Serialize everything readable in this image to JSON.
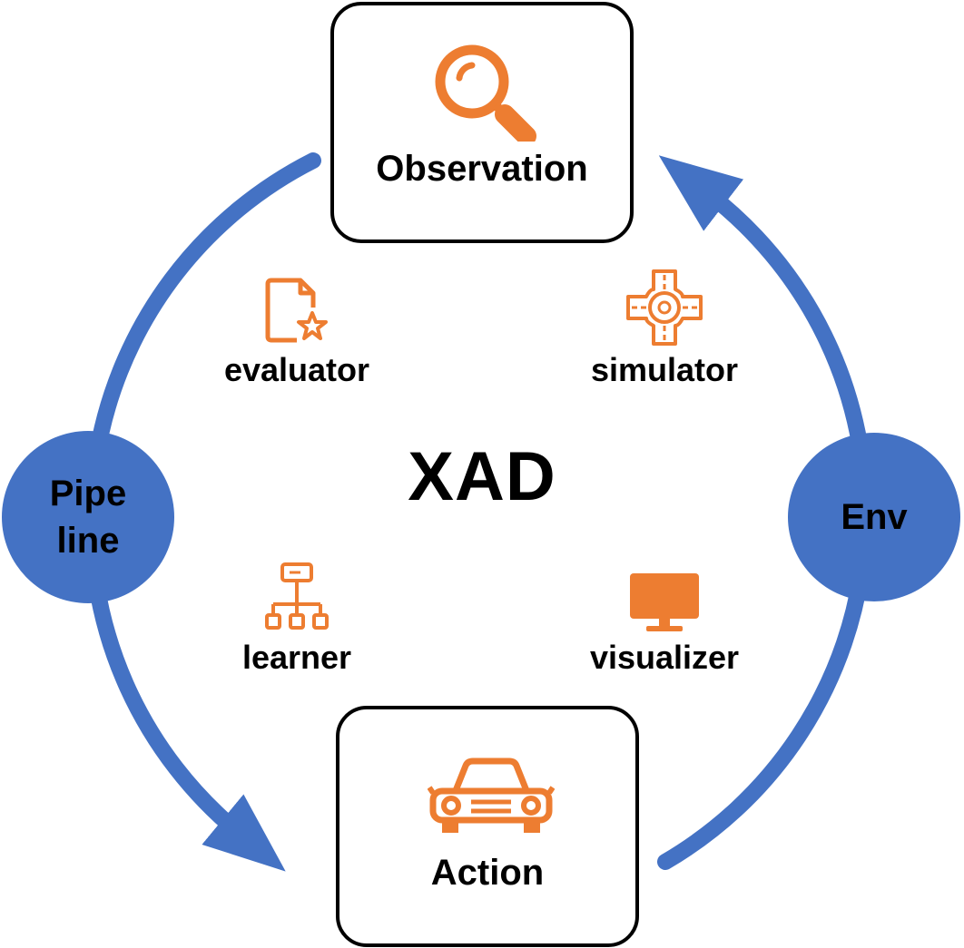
{
  "center": {
    "title": "XAD"
  },
  "nodes": {
    "observation": {
      "label": "Observation",
      "icon": "search-icon"
    },
    "action": {
      "label": "Action",
      "icon": "car-icon"
    }
  },
  "hubs": {
    "pipeline": {
      "label_line1": "Pipe",
      "label_line2": "line"
    },
    "env": {
      "label": "Env"
    }
  },
  "modules": [
    {
      "label": "evaluator",
      "icon": "document-star-icon"
    },
    {
      "label": "simulator",
      "icon": "roundabout-icon"
    },
    {
      "label": "learner",
      "icon": "hierarchy-icon"
    },
    {
      "label": "visualizer",
      "icon": "monitor-icon"
    }
  ],
  "colors": {
    "cycle": "#4472C4",
    "icon": "#ED7D31",
    "text": "#000000",
    "box_border": "#000000"
  }
}
